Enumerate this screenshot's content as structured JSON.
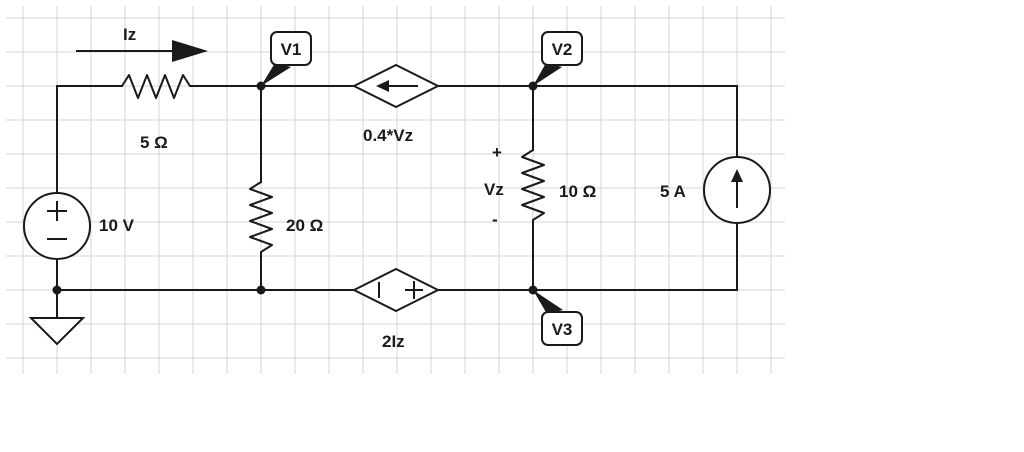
{
  "diagram": {
    "current_label": "Iz",
    "nodes": {
      "v1": "V1",
      "v2": "V2",
      "v3": "V3"
    },
    "components": {
      "r_series": "5 Ω",
      "r_shunt": "20 Ω",
      "r_right": "10 Ω",
      "vsource": "10 V",
      "isource": "5 A",
      "dep_current": "0.4*Vz",
      "dep_voltage": "2Iz"
    },
    "vz": {
      "label": "Vz",
      "plus": "+",
      "minus": "-"
    },
    "colors": {
      "wire": "#1a1a1a",
      "grid": "#d6d6d6",
      "background": "#ffffff"
    }
  }
}
